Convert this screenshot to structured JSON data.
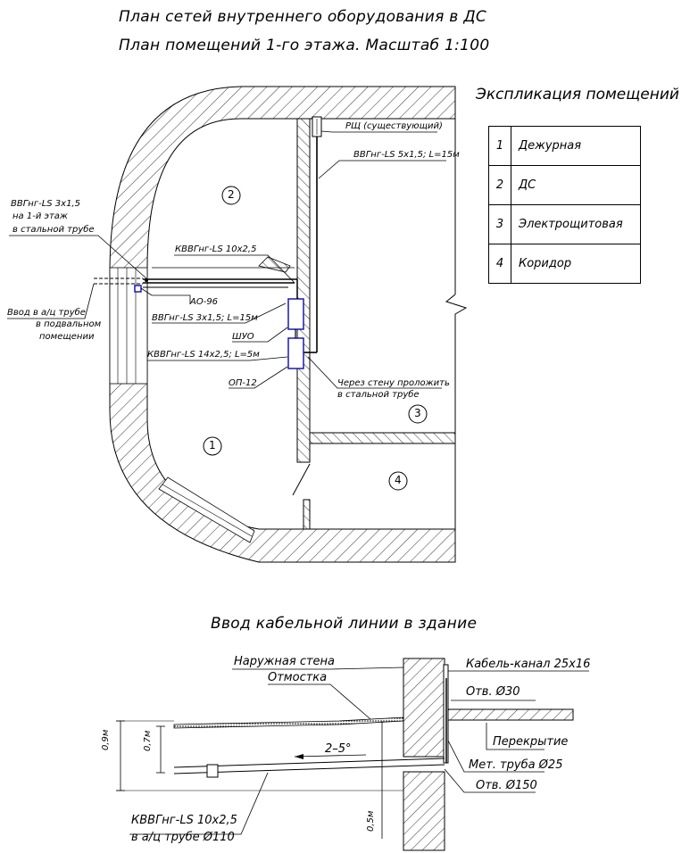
{
  "titles": {
    "line1": "План сетей внутреннего оборудования в ДС",
    "line2": "План помещений 1-го этажа. Масштаб 1:100",
    "section": "Ввод кабельной линии в здание"
  },
  "explication": {
    "title": "Экспликация помещений",
    "rows": [
      {
        "num": "1",
        "name": "Дежурная"
      },
      {
        "num": "2",
        "name": "ДС"
      },
      {
        "num": "3",
        "name": "Электрощитовая"
      },
      {
        "num": "4",
        "name": "Коридор"
      }
    ]
  },
  "plan": {
    "rooms": [
      "1",
      "2",
      "3",
      "4"
    ],
    "labels": {
      "rsch": "РЩ (существующий)",
      "vvg_5x15": "ВВГнг-LS 5х1,5; L=15м",
      "vvg_3x15_floor_1": "ВВГнг-LS 3х1,5",
      "vvg_3x15_floor_2": "на 1-й этаж",
      "vvg_3x15_floor_3": "в стальной трубе",
      "kvvg_10x25": "КВВГнг-LS 10х2,5",
      "ao96": "АО-96",
      "vvg_3x15_l15": "ВВГнг-LS 3х1,5; L=15м",
      "shuo": "ШУО",
      "kvvg_14x25": "КВВГнг-LS 14х2,5; L=5м",
      "op12": "ОП-12",
      "input_1": "Ввод в а/ц трубе",
      "input_2": "в подвальном",
      "input_3": "помещении",
      "through_wall_1": "Через стену проложить",
      "through_wall_2": "в стальной трубе"
    }
  },
  "section": {
    "labels": {
      "outer_wall": "Наружная стена",
      "otmostka": "Отмостка",
      "cable_channel": "Кабель-канал 25х16",
      "hole30": "Отв. Ø30",
      "overlap": "Перекрытие",
      "met_pipe": "Мет. труба Ø25",
      "hole150": "Отв. Ø150",
      "slope": "2–5°",
      "cable_1": "КВВГнг-LS 10х2,5",
      "cable_2": "в а/ц трубе Ø110",
      "dim_09": "0,9м",
      "dim_07": "0,7м",
      "dim_05": "0,5м"
    }
  }
}
